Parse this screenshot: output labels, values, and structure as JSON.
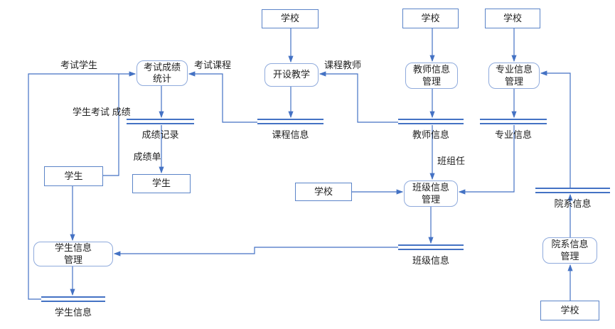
{
  "colors": {
    "line": "#4472c4",
    "process_border": "#8faadc",
    "entity_border": "#5b84c8",
    "text": "#1f1f1f"
  },
  "entities": {
    "school_top_left": {
      "label": "学校"
    },
    "school_top_mid": {
      "label": "学校"
    },
    "school_top_right": {
      "label": "学校"
    },
    "school_mid": {
      "label": "学校"
    },
    "school_bottom_right": {
      "label": "学校"
    },
    "student_left": {
      "label": "学生"
    },
    "student_mid": {
      "label": "学生"
    }
  },
  "processes": {
    "exam_score_stats": {
      "line1": "考试成绩",
      "line2": "统计"
    },
    "offer_teaching": {
      "line1": "开设教学",
      "line2": ""
    },
    "teacher_info_mgmt": {
      "line1": "教师信息",
      "line2": "管理"
    },
    "major_info_mgmt": {
      "line1": "专业信息",
      "line2": "管理"
    },
    "class_info_mgmt": {
      "line1": "班级信息",
      "line2": "管理"
    },
    "student_info_mgmt": {
      "line1": "学生信息",
      "line2": "管理"
    },
    "dept_info_mgmt": {
      "line1": "院系信息",
      "line2": "管理"
    }
  },
  "datastores": {
    "score_record": {
      "label": "成绩记录"
    },
    "course_info": {
      "label": "课程信息"
    },
    "teacher_info": {
      "label": "教师信息"
    },
    "major_info": {
      "label": "专业信息"
    },
    "class_info": {
      "label": "班级信息"
    },
    "dept_info": {
      "label": "院系信息"
    },
    "student_info": {
      "label": "学生信息"
    }
  },
  "flow_labels": {
    "exam_student": {
      "label": "考试学生"
    },
    "student_exam_score": {
      "line1": "学生考试",
      "line2": "成绩"
    },
    "exam_course": {
      "label": "考试课程"
    },
    "course_teacher": {
      "label": "课程教师"
    },
    "class_head": {
      "label": "班组任"
    },
    "score_sheet": {
      "label": "成绩单"
    }
  }
}
